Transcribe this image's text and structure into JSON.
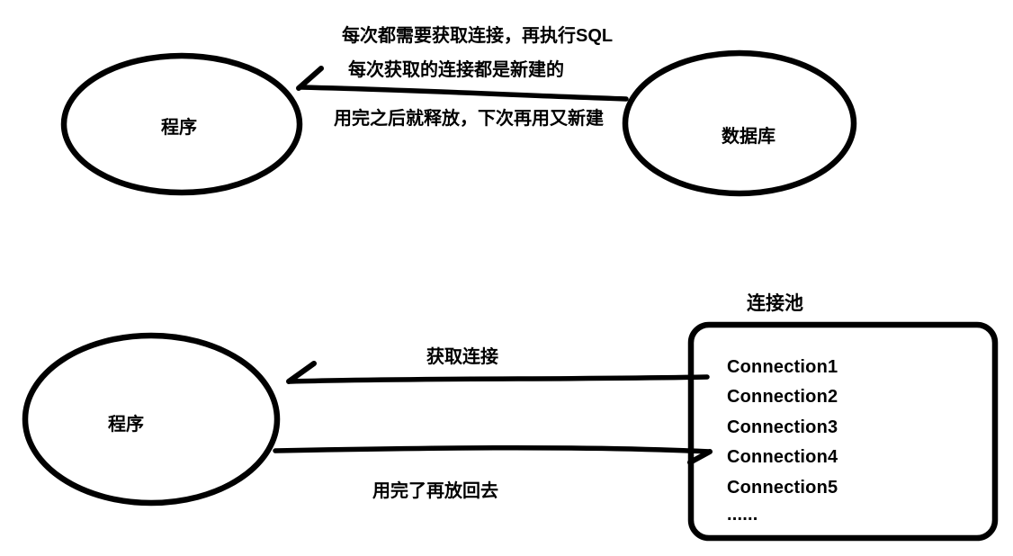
{
  "colors": {
    "ink": "#000000",
    "background": "#ffffff"
  },
  "top_flow": {
    "program_label": "程序",
    "database_label": "数据库",
    "note1": "每次都需要获取连接，再执行SQL",
    "note2": "每次获取的连接都是新建的",
    "note3": "用完之后就释放，下次再用又新建"
  },
  "pool_flow": {
    "program_label": "程序",
    "pool_title": "连接池",
    "connections": [
      "Connection1",
      "Connection2",
      "Connection3",
      "Connection4",
      "Connection5",
      "......"
    ],
    "get_connection_label": "获取连接",
    "return_connection_label": "用完了再放回去"
  }
}
